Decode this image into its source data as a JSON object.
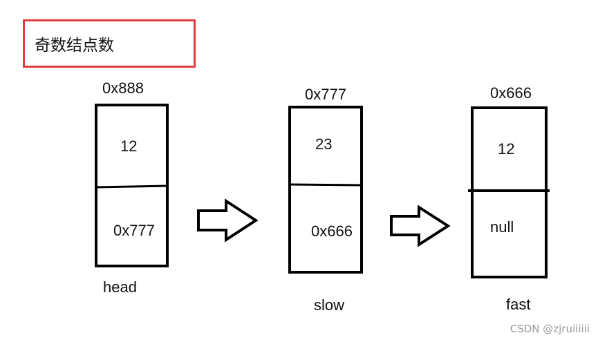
{
  "title": "奇数结点数",
  "colors": {
    "title_border": "#e03c3c",
    "stroke": "#000000",
    "text": "#111111",
    "watermark": "#9a9a9a"
  },
  "nodes": [
    {
      "address": "0x888",
      "value": "12",
      "next": "0x777",
      "label": "head"
    },
    {
      "address": "0x777",
      "value": "23",
      "next": "0x666",
      "label": "slow"
    },
    {
      "address": "0x666",
      "value": "12",
      "next": "null",
      "label": "fast"
    }
  ],
  "watermark": "CSDN @zjruiiiiii"
}
